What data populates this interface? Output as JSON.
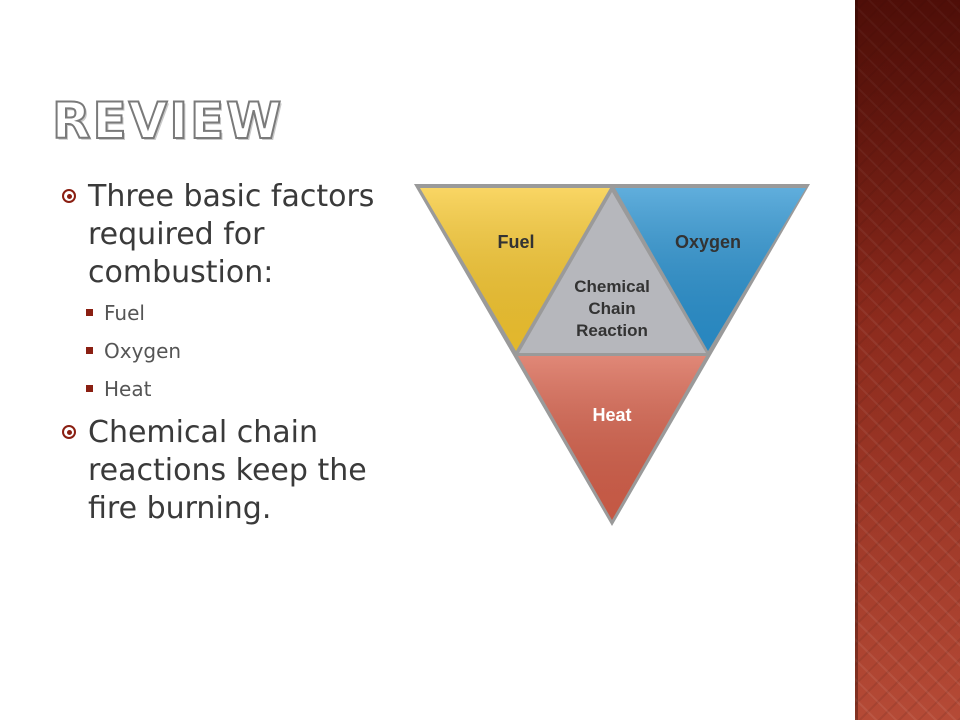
{
  "slide": {
    "title": "Review",
    "bullets": [
      {
        "text": "Three basic factors required for combustion:",
        "sub": [
          "Fuel",
          "Oxygen",
          "Heat"
        ]
      },
      {
        "text": "Chemical chain reactions keep the fire burning.",
        "sub": []
      }
    ]
  },
  "diagram": {
    "segments": {
      "fuel": {
        "label": "Fuel",
        "color": "#f7c830"
      },
      "oxygen": {
        "label": "Oxygen",
        "color": "#2b93d1"
      },
      "heat": {
        "label": "Heat",
        "color": "#d6604a"
      },
      "center": {
        "lines": [
          "Chemical",
          "Chain",
          "Reaction"
        ],
        "color": "#b6b7bc"
      }
    }
  },
  "colors": {
    "accent": "#8a1f12",
    "side_band": "#8e2a1e"
  }
}
